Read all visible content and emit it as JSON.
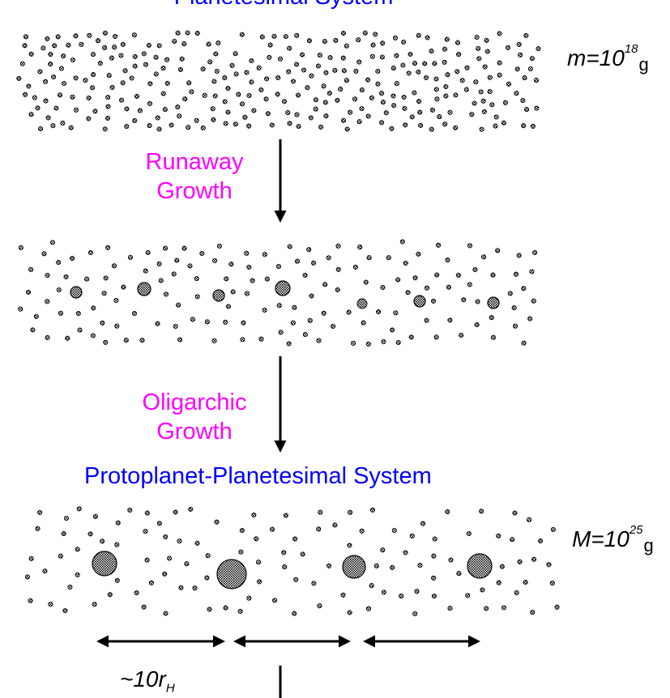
{
  "colors": {
    "label": "#ff00ff",
    "title": "#0000ff",
    "ink": "#000000"
  },
  "top_title": "Planetesimal System",
  "top_mass": {
    "symbol": "m",
    "base": "=10",
    "exponent": "18",
    "unit": "g"
  },
  "steps": [
    {
      "line1": "Runaway",
      "line2": "Growth"
    },
    {
      "line1": "Oligarchic",
      "line2": "Growth"
    }
  ],
  "bottom_title": "Protoplanet-Planetesimal System",
  "bottom_mass": {
    "symbol": "M",
    "base": "=10",
    "exponent": "25",
    "unit": "g"
  },
  "spacing_label": {
    "prefix": "~10",
    "symbol": "r",
    "subscript": "H"
  }
}
